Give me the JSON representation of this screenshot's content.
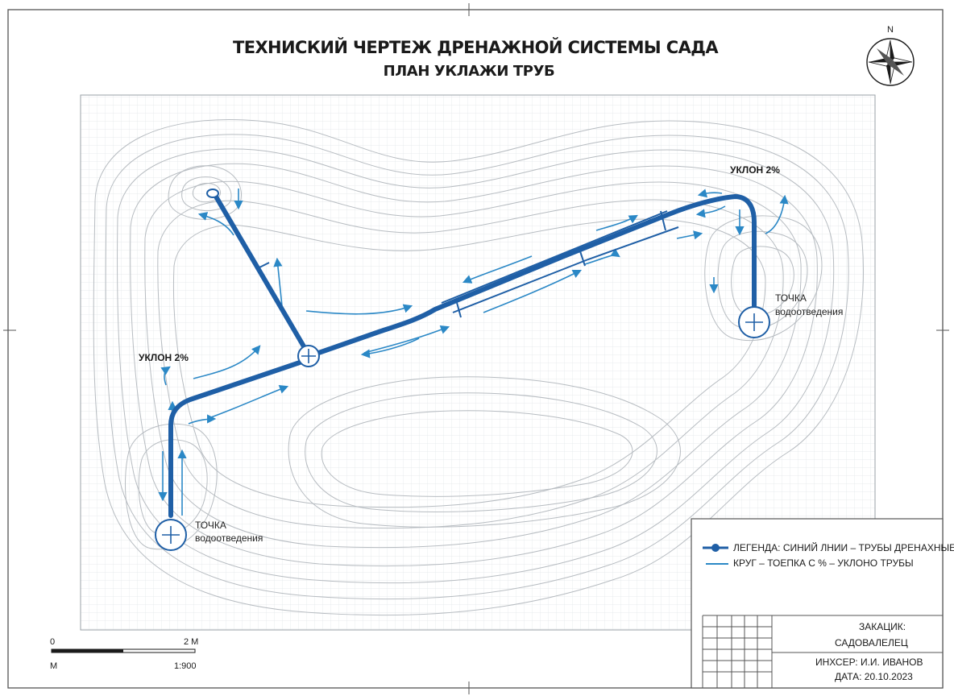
{
  "title": "ТЕХНИСКИЙ ЧЕРТЕЖ ДРЕНАЖНОЙ СИСТЕМЫ САДА",
  "subtitle": "ПЛАН УКЛАЖИ ТРУБ",
  "compass": {
    "north_label": "N"
  },
  "labels": {
    "slope_left": "УКЛОН 2%",
    "slope_right": "УКЛОН 2%",
    "outlet_left_line1": "ТОЧКА",
    "outlet_left_line2": "водоотведения",
    "outlet_right_line1": "ТОЧКА",
    "outlet_right_line2": "водоотведения"
  },
  "legend": {
    "line1": "ЛЕГЕНДА: СИНИЙ ЛНИИ – ТРУБЫ ДРЕНАХНЫЕ",
    "line2": "КРУГ – ТОЕПКА С % – УКЛОНО ТРУБЫ"
  },
  "title_block": {
    "client_label": "ЗАКАЦИК:",
    "client_value": "САДОВАЛЕЛЕЦ",
    "engineer": "ИНХСЕР: И.И. ИВАНОВ",
    "date": "ДАТА: 20.10.2023"
  },
  "scale_bar": {
    "start": "0",
    "end": "2 М",
    "unit": "М",
    "ratio": "1:900"
  },
  "colors": {
    "pipe": "#1f5fa6",
    "flow_arrow": "#2b88c6",
    "contour": "#b7bcc1",
    "grid": "#dfe3e6"
  }
}
